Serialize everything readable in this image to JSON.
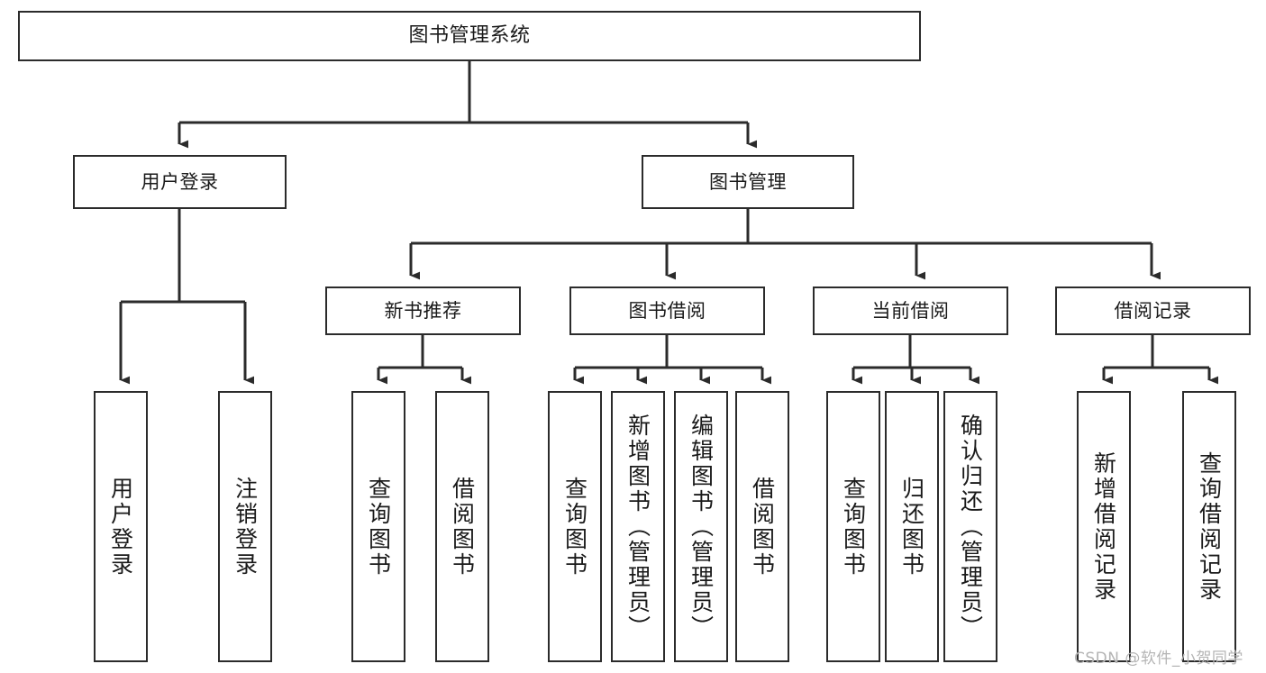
{
  "diagram": {
    "type": "tree-hierarchy",
    "title": "图书管理系统",
    "watermark": "CSDN @软件_小贺同学",
    "style": {
      "box_border_color": "#2b2b2b",
      "box_fill_color": "#ffffff",
      "connector_color": "#2b2b2b",
      "background_color": "#ffffff",
      "watermark_color": "#b4b4b4"
    },
    "root": {
      "id": "root",
      "label": "图书管理系统"
    },
    "level2": [
      {
        "id": "user-login",
        "label": "用户登录"
      },
      {
        "id": "book-management",
        "label": "图书管理"
      }
    ],
    "level3": [
      {
        "id": "new-book-recommend",
        "label": "新书推荐",
        "parent": "book-management"
      },
      {
        "id": "book-borrow",
        "label": "图书借阅",
        "parent": "book-management"
      },
      {
        "id": "current-borrow",
        "label": "当前借阅",
        "parent": "book-management"
      },
      {
        "id": "borrow-record",
        "label": "借阅记录",
        "parent": "book-management"
      }
    ],
    "leaves": {
      "user-login": [
        {
          "id": "leaf-user-login",
          "label": "用户登录"
        },
        {
          "id": "leaf-logout",
          "label": "注销登录"
        }
      ],
      "new-book-recommend": [
        {
          "id": "leaf-query-book-1",
          "label": "查询图书"
        },
        {
          "id": "leaf-borrow-book-1",
          "label": "借阅图书"
        }
      ],
      "book-borrow": [
        {
          "id": "leaf-query-book-2",
          "label": "查询图书"
        },
        {
          "id": "leaf-add-book",
          "label": "新增图书（管理员）"
        },
        {
          "id": "leaf-edit-book",
          "label": "编辑图书（管理员）"
        },
        {
          "id": "leaf-borrow-book-2",
          "label": "借阅图书"
        }
      ],
      "current-borrow": [
        {
          "id": "leaf-query-book-3",
          "label": "查询图书"
        },
        {
          "id": "leaf-return-book",
          "label": "归还图书"
        },
        {
          "id": "leaf-confirm-return",
          "label": "确认归还（管理员）"
        }
      ],
      "borrow-record": [
        {
          "id": "leaf-add-record",
          "label": "新增借阅记录"
        },
        {
          "id": "leaf-query-record",
          "label": "查询借阅记录"
        }
      ]
    }
  }
}
